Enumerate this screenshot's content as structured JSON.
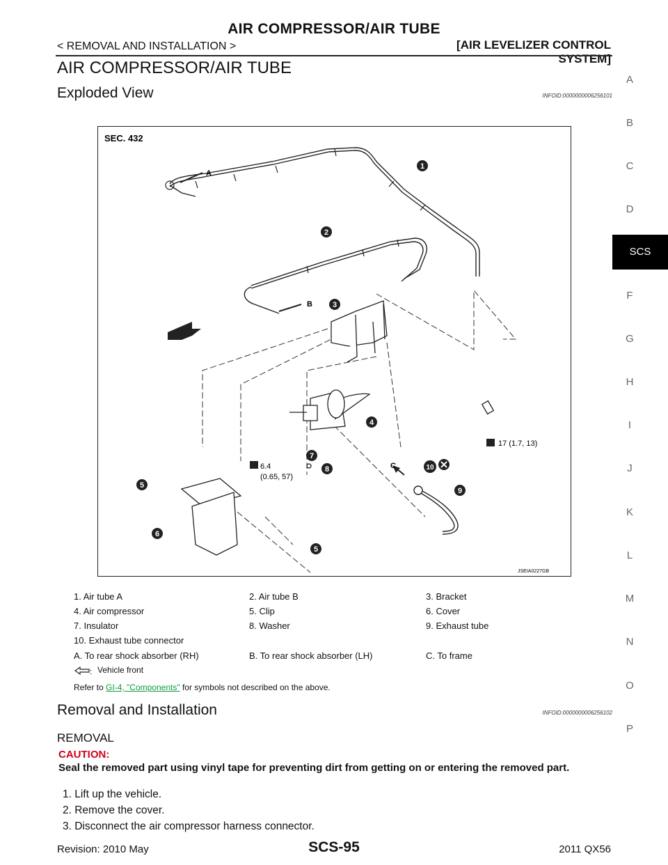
{
  "header": {
    "title": "AIR COMPRESSOR/AIR TUBE",
    "breadcrumb": "< REMOVAL AND INSTALLATION >",
    "system": "[AIR LEVELIZER CONTROL SYSTEM]"
  },
  "section_title": "AIR COMPRESSOR/AIR TUBE",
  "exploded": {
    "heading": "Exploded View",
    "info_id": "INFOID:0000000006256101"
  },
  "side_index": [
    "A",
    "B",
    "C",
    "D",
    "SCS",
    "F",
    "G",
    "H",
    "I",
    "J",
    "K",
    "L",
    "M",
    "N",
    "O",
    "P"
  ],
  "side_active": "SCS",
  "figure": {
    "sec": "SEC. 432",
    "code": "JSEIA0227GB",
    "label_a": "A",
    "label_b": "B",
    "label_c": "C",
    "torque1_line1": "6.4",
    "torque1_line2": "(0.65, 57)",
    "torque2": "17 (1.7, 13)",
    "callouts": [
      "1",
      "2",
      "3",
      "4",
      "5",
      "6",
      "7",
      "8",
      "9",
      "10",
      "5"
    ]
  },
  "legend": {
    "items": [
      "1.   Air tube A",
      "2.   Air tube B",
      "3.   Bracket",
      "4.   Air compressor",
      "5.   Clip",
      "6.   Cover",
      "7.   Insulator",
      "8.   Washer",
      "9.   Exhaust tube",
      "10. Exhaust tube connector",
      "A.   To rear shock absorber (RH)",
      "B.   To rear shock absorber (LH)",
      "C.   To frame"
    ],
    "vehicle_front": "Vehicle front",
    "note_prefix": "Refer to ",
    "note_link": "GI-4, \"Components\"",
    "note_suffix": " for symbols not described on the above."
  },
  "removal": {
    "heading": "Removal and Installation",
    "info_id": "INFOID:0000000006256102",
    "subheading": "REMOVAL",
    "caution_label": "CAUTION:",
    "caution_text": "Seal the removed part using vinyl tape for preventing dirt from getting on or entering the removed part.",
    "steps": [
      "1.  Lift up the vehicle.",
      "2.  Remove the cover.",
      "3.  Disconnect the air compressor harness connector."
    ]
  },
  "footer": {
    "revision": "Revision: 2010 May",
    "page": "SCS-95",
    "model": "2011 QX56"
  },
  "colors": {
    "accent_red": "#d0021b",
    "link_green": "#0a9c3a"
  }
}
